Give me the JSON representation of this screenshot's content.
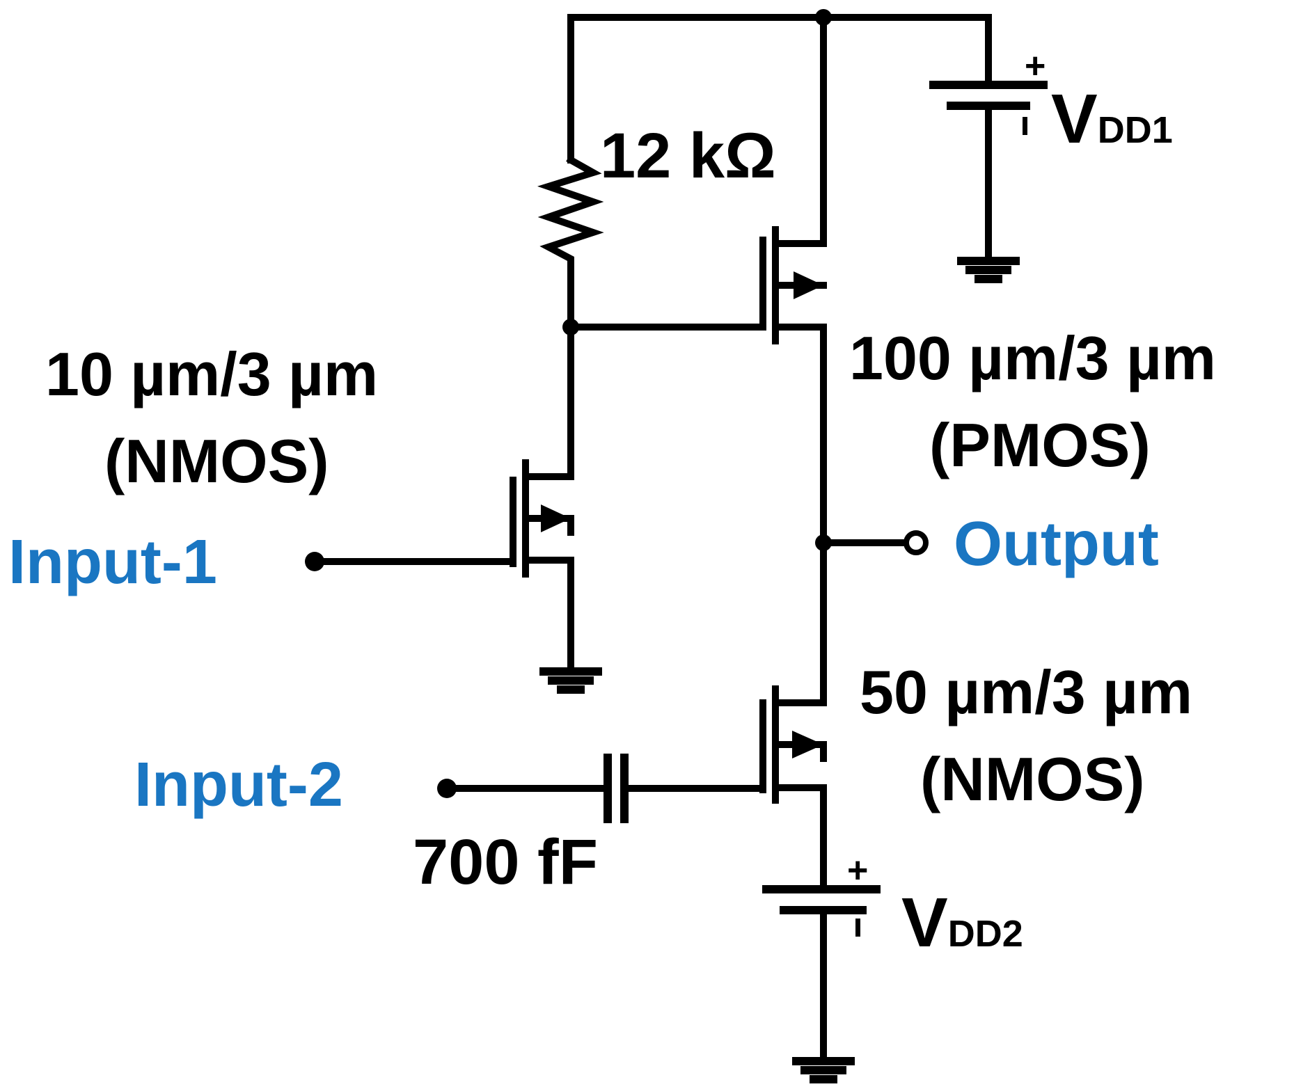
{
  "labels": {
    "resistor": "12 kΩ",
    "vdd1_main": "V",
    "vdd1_sub": "DD1",
    "vdd2_main": "V",
    "vdd2_sub": "DD2",
    "nmos1_size": "10 µm/3 µm",
    "nmos1_type": "(NMOS)",
    "pmos_size": "100 µm/3 µm",
    "pmos_type": "(PMOS)",
    "nmos2_size": "50 µm/3 µm",
    "nmos2_type": "(NMOS)",
    "capacitor": "700 fF",
    "input1": "Input-1",
    "input2": "Input-2",
    "output": "Output",
    "plus": "+",
    "minus": "-"
  },
  "colors": {
    "wire": "#000000",
    "port_label": "#1a76c2"
  }
}
